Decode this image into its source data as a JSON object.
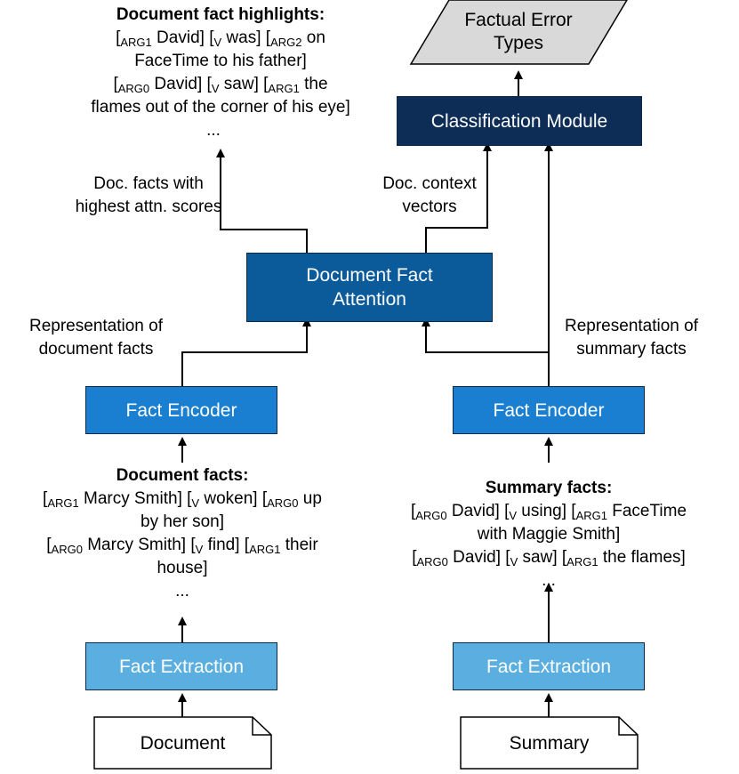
{
  "output": {
    "label_line1": "Factual Error",
    "label_line2": "Types"
  },
  "modules": {
    "classification": "Classification Module",
    "attention_line1": "Document Fact",
    "attention_line2": "Attention",
    "encoder_left": "Fact Encoder",
    "encoder_right": "Fact Encoder",
    "extraction_left": "Fact Extraction",
    "extraction_right": "Fact Extraction"
  },
  "inputs": {
    "document": "Document",
    "summary": "Summary"
  },
  "edge_labels": {
    "doc_facts_attn_line1": "Doc. facts with",
    "doc_facts_attn_line2": "highest attn. scores",
    "doc_context_line1": "Doc. context",
    "doc_context_line2": "vectors",
    "rep_doc_line1": "Representation of",
    "rep_doc_line2": "document facts",
    "rep_sum_line1": "Representation of",
    "rep_sum_line2": "summary facts"
  },
  "highlights": {
    "title": "Document fact highlights:",
    "arg1": "ARG1",
    "david1": " David] [",
    "v": "V",
    "was": " was] [",
    "arg2": "ARG2",
    "on": " on",
    "line2": "FaceTime to his father]",
    "arg0": "ARG0",
    "david2": " David] [",
    "v2": "V",
    "saw": " saw] [",
    "arg1b": "ARG1",
    "the": " the",
    "line4": "flames out of the corner of his eye]",
    "ellipsis": "..."
  },
  "doc_facts": {
    "title": "Document facts:",
    "a1": "ARG1",
    "marcy1": " Marcy Smith] [",
    "v1": "V",
    "woken": " woken] [",
    "a0": "ARG0",
    "up": " up",
    "line2": "by her son]",
    "a0b": "ARG0",
    "marcy2": " Marcy Smith] [",
    "v2": "V",
    "find": " find] [",
    "a1b": "ARG1",
    "their": " their",
    "line4": "house]",
    "ellipsis": "..."
  },
  "sum_facts": {
    "title": "Summary facts:",
    "a0": "ARG0",
    "david1": " David] [",
    "v1": "V",
    "using": " using] [",
    "a1": "ARG1",
    "facetime": " FaceTime",
    "line2": "with Maggie Smith]",
    "a0b": "ARG0",
    "david2": " David] [",
    "v2": "V",
    "saw": " saw] [",
    "a1b": "ARG1",
    "flames": " the flames]",
    "ellipsis": "..."
  },
  "colors": {
    "dark_navy": "#0d2d57",
    "navy": "#0b5b9b",
    "blue": "#1a7fd0",
    "light_blue": "#5aaee0",
    "gray_fill": "#d9d9d9"
  }
}
